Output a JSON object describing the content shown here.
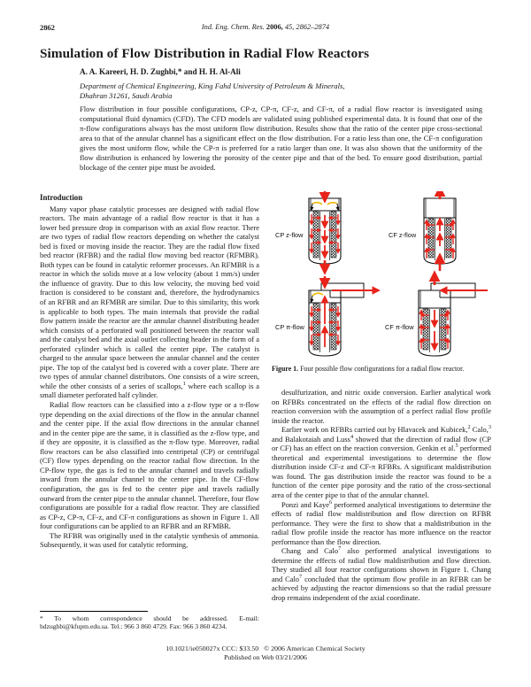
{
  "running_head": {
    "folio": "2862",
    "journal_italic": "Ind. Eng. Chem. Res.",
    "journal_year": "2006,",
    "journal_vol": "45,",
    "journal_pages": "2862–2874"
  },
  "article": {
    "title": "Simulation of Flow Distribution in Radial Flow Reactors",
    "authors": "A. A. Kareeri, H. D. Zughbi,* and H. H. Al-Ali",
    "affiliation_line1": "Department of Chemical Engineering, King Fahd University of Petroleum & Minerals,",
    "affiliation_line2": "Dhahran 31261, Saudi Arabia",
    "abstract": "Flow distribution in four possible configurations, CP-z, CP-π, CF-z, and CF-π, of a radial flow reactor is investigated using computational fluid dynamics (CFD). The CFD models are validated using published experimental data. It is found that one of the π-flow configurations always has the most uniform flow distribution. Results show that the ratio of the center pipe cross-sectional area to that of the annular channel has a significant effect on the flow distribution. For a ratio less than one, the CF-π configuration gives the most uniform flow, while the CP-π is preferred for a ratio larger than one. It was also shown that the uniformity of the flow distribution is enhanced by lowering the porosity of the center pipe and that of the bed. To ensure good distribution, partial blockage of the center pipe must be avoided."
  },
  "sections": {
    "introduction_heading": "Introduction",
    "left_paragraphs": [
      "Many vapor phase catalytic processes are designed with radial flow reactors. The main advantage of a radial flow reactor is that it has a lower bed pressure drop in comparison with an axial flow reactor. There are two types of radial flow reactors depending on whether the catalyst bed is fixed or moving inside the reactor. They are the radial flow fixed bed reactor (RFBR) and the radial flow moving bed reactor (RFMBR). Both types can be found in catalytic reformer processes. An RFMBR is a reactor in which the solids move at a low velocity (about 1 mm/s) under the influence of gravity. Due to this low velocity, the moving bed void fraction is considered to be constant and, therefore, the hydrodynamics of an RFBR and an RFMBR are similar. Due to this similarity, this work is applicable to both types. The main internals that provide the radial flow pattern inside the reactor are the annular channel distributing header which consists of a perforated wall positioned between the reactor wall and the catalyst bed and the axial outlet collecting header in the form of a perforated cylinder which is called the center pipe. The catalyst is charged to the annular space between the annular channel and the center pipe. The top of the catalyst bed is covered with a cover plate. There are two types of annular channel distributors. One consists of a wire screen, while the other consists of a series of scallops,",
      "Radial flow reactors can be classified into a z-flow type or a π-flow type depending on the axial directions of the flow in the annular channel and the center pipe. If the axial flow directions in the annular channel and in the center pipe are the same, it is classified as the z-flow type, and if they are opposite, it is classified as the π-flow type. Moreover, radial flow reactors can be also classified into centripetal (CP) or centrifugal (CF) flow types depending on the reactor radial flow direction. In the CP-flow type, the gas is fed to the annular channel and travels radially inward from the annular channel to the center pipe. In the CF-flow configuration, the gas is fed to the center pipe and travels radially outward from the center pipe to the annular channel. Therefore, four flow configurations are possible for a radial flow reactor. They are classified as CP-z, CP-π, CF-z, and CF-π configurations as shown in Figure 1. All four configurations can be applied to an RFBR and an RFMBR.",
      "The RFBR was originally used in the catalytic synthesis of ammonia. Subsequently, it was used for catalytic reforming,"
    ],
    "left_p1_tail": " where each scallop is a small diameter perforated half cylinder.",
    "left_p1_sup": "1",
    "right_paragraphs": [
      "desulfurization, and nitric oxide conversion. Earlier analytical work on RFBRs concentrated on the effects of the radial flow direction on reaction conversion with the assumption of a perfect radial flow profile inside the reactor.",
      "Earlier work on RFBRs carried out by Hlavacek and Kubicek,",
      "Ponzi and Kaye",
      "Chang and Calo"
    ],
    "right_p2_a": "Earlier work on RFBRs carried out by Hlavacek and Kubicek,",
    "right_p2_sup1": "2",
    "right_p2_b": " Calo,",
    "right_p2_sup2": "3",
    "right_p2_c": " and Balakotaiah and Luss",
    "right_p2_sup3": "4",
    "right_p2_d": " showed that the direction of radial flow (CP or CF) has an effect on the reaction conversion. Genkin et al.",
    "right_p2_sup4": "5",
    "right_p2_e": " performed theoretical and experimental investigations to determine the flow distribution inside CF-z and CF-π RFBRs. A significant maldistribution was found. The gas distribution inside the reactor was found to be a function of the center pipe porosity and the ratio of the cross-sectional area of the center pipe to that of the annular channel.",
    "right_p3_a": "Ponzi and Kaye",
    "right_p3_sup": "6",
    "right_p3_b": " performed analytical investigations to determine the effects of radial flow maldistribution and flow direction on RFBR performance. They were the first to show that a maldistribution in the radial flow profile inside the reactor has more influence on the reactor performance than the flow direction.",
    "right_p4_a": "Chang and Calo",
    "right_p4_sup1": "7",
    "right_p4_b": " also performed analytical investigations to determine the effects of radial flow maldistribution and flow direction. They studied all four reactor configurations shown in Figure 1. Chang and Calo",
    "right_p4_sup2": "7",
    "right_p4_c": " concluded that the optimum flow profile in an RFBR can be achieved by adjusting the reactor dimensions so that the radial pressure drop remains independent of the axial coordinate."
  },
  "figure": {
    "caption_label": "Figure 1.",
    "caption_text": "Four possible flow configurations for a radial flow reactor.",
    "panels": [
      {
        "label": "CP z-flow",
        "id": "cp-z"
      },
      {
        "label": "CF z-flow",
        "id": "cf-z"
      },
      {
        "label": "CP π-flow",
        "id": "cp-pi"
      },
      {
        "label": "CF π-flow",
        "id": "cf-pi"
      }
    ],
    "arrow_color": "#e8231a",
    "curve_color": "#f2b800"
  },
  "footnote": {
    "line": "* To whom correspondence should be addressed. E-mail: hdzughbi@kfupm.edu.sa. Tel.: 966 3 860 4729. Fax: 966 3 860 4234."
  },
  "bottom": {
    "doi": "10.1021/ie050027x CCC: $33.50",
    "copyright": "© 2006 American Chemical Society",
    "published": "Published on Web 03/21/2006"
  }
}
